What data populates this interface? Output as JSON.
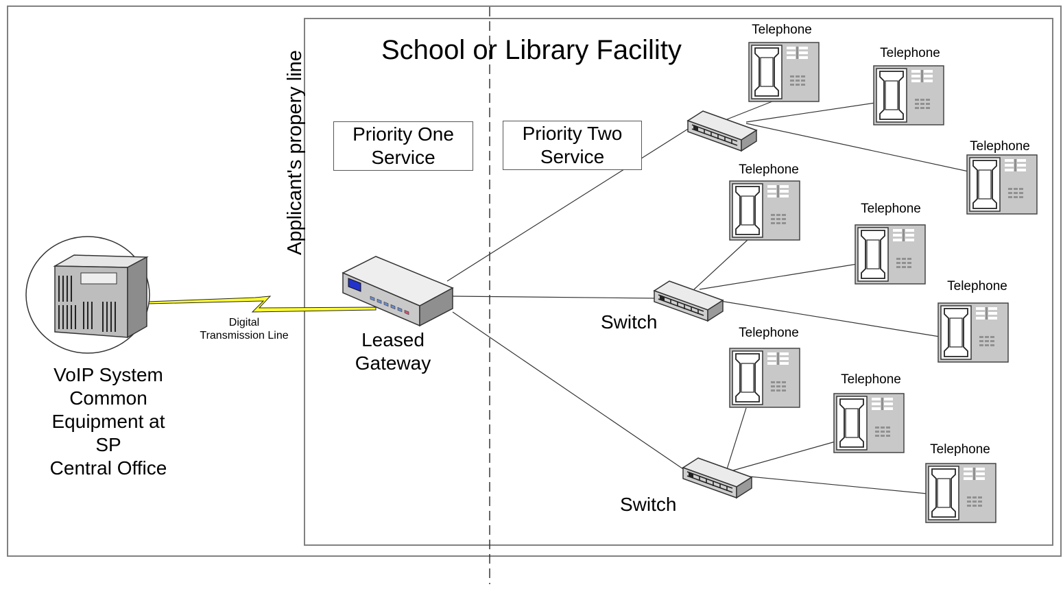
{
  "facility": {
    "title": "School or Library Facility"
  },
  "property_line": {
    "label": "Applicant's propery line"
  },
  "priority_one": {
    "line1": "Priority One",
    "line2": "Service"
  },
  "priority_two": {
    "line1": "Priority Two",
    "line2": "Service"
  },
  "central_office": {
    "label_lines": [
      "VoIP System",
      "Common",
      "Equipment at",
      "SP",
      "Central Office"
    ]
  },
  "transmission": {
    "line1": "Digital",
    "line2": "Transmission Line"
  },
  "gateway": {
    "line1": "Leased",
    "line2": "Gateway"
  },
  "switches": {
    "label": "Switch"
  },
  "telephones": {
    "label": "Telephone"
  },
  "colors": {
    "frame": "#808080",
    "lightning": "#ffff33",
    "device": "#d4d4d4"
  }
}
